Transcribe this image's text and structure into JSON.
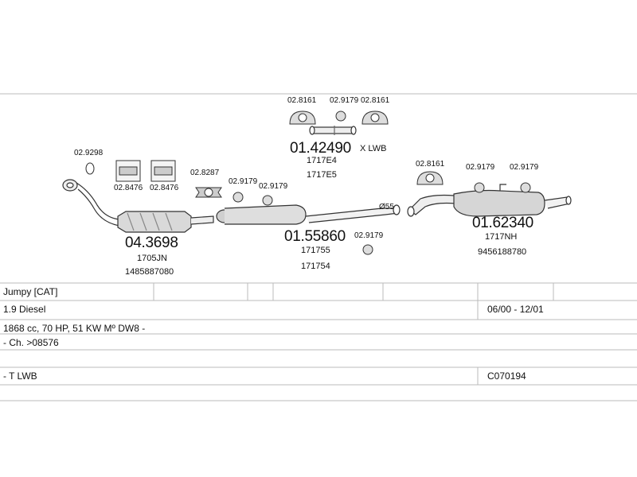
{
  "parts": {
    "catalyst": {
      "code": "04.3698",
      "refs": [
        "1705JN",
        "1485887080"
      ]
    },
    "middle_silencer": {
      "code": "01.55860",
      "refs": [
        "171755",
        "171754"
      ]
    },
    "pipe_lwb": {
      "code": "01.42490",
      "suffix": "X LWB",
      "refs": [
        "1717E4",
        "1717E5"
      ]
    },
    "rear_silencer": {
      "code": "01.62340",
      "refs": [
        "1717NH",
        "9456188780"
      ]
    }
  },
  "small_parts": {
    "p_029298": "02.9298",
    "p_028476_a": "02.8476",
    "p_028476_b": "02.8476",
    "p_028287": "02.8287",
    "p_029179_a": "02.9179",
    "p_029179_b": "02.9179",
    "p_028161_top_a": "02.8161",
    "p_029179_top": "02.9179",
    "p_028161_top_b": "02.8161",
    "p_029179_mid": "02.9179",
    "p_028161_right": "02.8161",
    "p_029179_right_a": "02.9179",
    "p_029179_right_b": "02.9179"
  },
  "pipe_diameter": "Ø55",
  "vehicle": {
    "model": "Jumpy  [CAT]",
    "engine": "1.9 Diesel",
    "date_range": "06/00 - 12/01",
    "spec": "1868 cc, 70 HP, 51 KW Mº DW8 -",
    "chassis": "- Ch. >08576",
    "variant": "- T LWB",
    "catalog_code": "C070194"
  }
}
